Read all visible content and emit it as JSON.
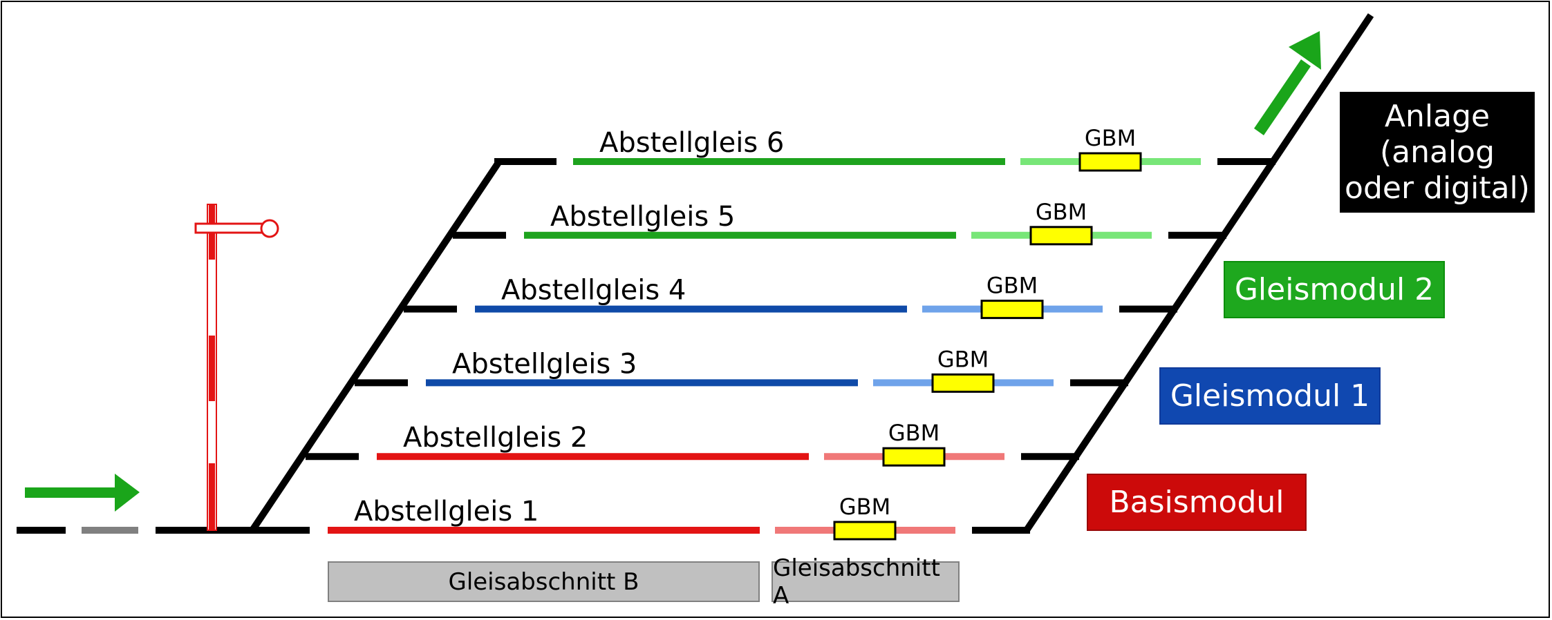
{
  "tracks": [
    {
      "label": "Abstellgleis 1",
      "module": "basis"
    },
    {
      "label": "Abstellgleis 2",
      "module": "basis"
    },
    {
      "label": "Abstellgleis 3",
      "module": "gleismodul1"
    },
    {
      "label": "Abstellgleis 4",
      "module": "gleismodul1"
    },
    {
      "label": "Abstellgleis 5",
      "module": "gleismodul2"
    },
    {
      "label": "Abstellgleis 6",
      "module": "gleismodul2"
    }
  ],
  "gbm_label": "GBM",
  "modules": {
    "anlage": "Anlage\n(analog\noder digital)",
    "gleismodul2": "Gleismodul 2",
    "gleismodul1": "Gleismodul 1",
    "basis": "Basismodul"
  },
  "sections": {
    "b": "Gleisabschnitt B",
    "a": "Gleisabschnitt A"
  },
  "colors": {
    "basis_dark": "#e31414",
    "basis_light": "#f07878",
    "gleismodul1_dark": "#0f4aa8",
    "gleismodul1_light": "#6fa3ea",
    "gleismodul2_dark": "#1ea31e",
    "gleismodul2_light": "#78e678",
    "module_basis_bg": "#cc0a0a",
    "module_1_bg": "#1048b0",
    "module_2_bg": "#1ea81e",
    "gbm_fill": "#ffff00",
    "arrow": "#1aa51a",
    "rail": "#000000",
    "rail_gap": "#808080",
    "signal_red": "#e31414"
  }
}
